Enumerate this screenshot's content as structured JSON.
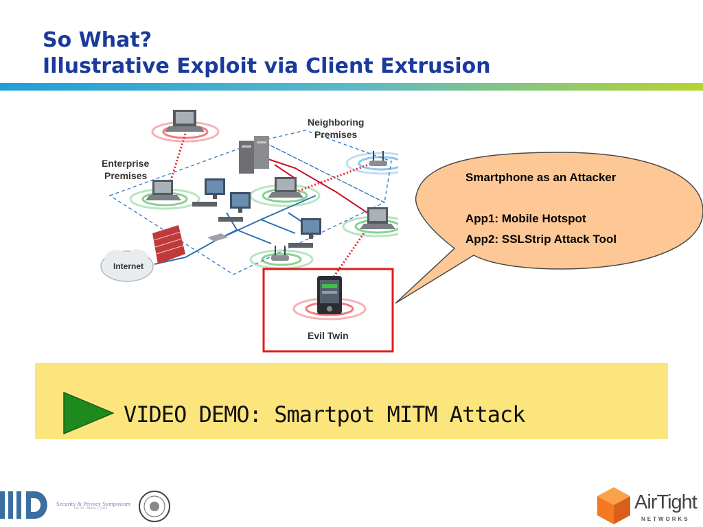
{
  "slide": {
    "title_line1": "So What?",
    "title_line2": "Illustrative Exploit via Client Extrusion"
  },
  "diagram": {
    "labels": {
      "enterprise_line1": "Enterprise",
      "enterprise_line2": "Premises",
      "neighboring_line1": "Neighboring",
      "neighboring_line2": "Premises",
      "internet": "Internet",
      "evil_twin": "Evil Twin"
    },
    "colors": {
      "red_signal": "#e8232a",
      "green_signal": "#37b34a",
      "blue_signal": "#4a9fe0",
      "network_line": "#2c6fb3",
      "attack_line": "#c8102e",
      "highlight_box": "#e01b1b"
    },
    "icons": [
      "laptop-icon",
      "server-icon",
      "desktop-monitor-icon",
      "access-point-icon",
      "firewall-icon",
      "cloud-icon",
      "switch-icon",
      "smartphone-icon"
    ]
  },
  "callout": {
    "line1": "Smartphone as an Attacker",
    "line2": "App1: Mobile Hotspot",
    "line3": "App2: SSLStrip Attack Tool",
    "fill": "#fdc896"
  },
  "banner": {
    "text": "VIDEO DEMO: Smartpot MITM Attack",
    "fill": "#fde57e",
    "play_color": "#1e8a1e"
  },
  "footer": {
    "symposium": "Security & Privacy Symposium",
    "symposium_sub": "Feb 28 – March 2, 2013",
    "brand": "AirTight",
    "brand_sub": "NETWORKS",
    "brand_accent": "#f47920"
  }
}
